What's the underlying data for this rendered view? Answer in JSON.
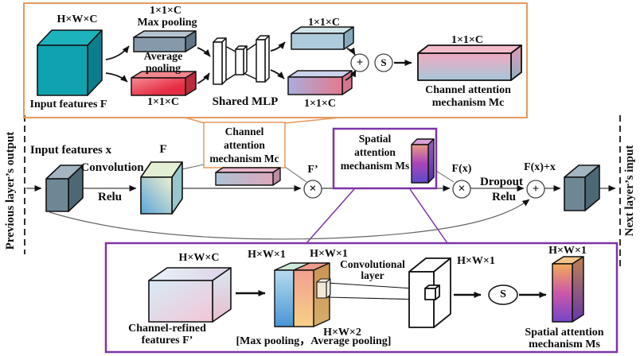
{
  "colors": {
    "accent_orange": "#e8985c",
    "accent_purple": "#7c35a8",
    "teal_cube": "#10a2ae",
    "red_bar": "#e62c42",
    "slate_cube": "#6d8795",
    "line_gray": "#666666"
  },
  "top_box": {
    "input_dims": "H×W×C",
    "input_label": "Input features F",
    "max_dims": "1×1×C",
    "max_label": "Max pooling",
    "avg_label_1": "Average",
    "avg_label_2": "pooling",
    "avg_dims": "1×1×C",
    "mlp_label": "Shared MLP",
    "out_top_dims": "1×1×C",
    "out_bot_dims": "1×1×C",
    "plus_op": "+",
    "sigmoid_op": "S",
    "mc_dims": "1×1×C",
    "mc_label_1": "Channel attention",
    "mc_label_2": "mechanism Mc"
  },
  "middle": {
    "prev_layer": "Previous layer’s output",
    "next_layer": "Next layer’s input",
    "input_x": "Input features x",
    "convolution": "Convolution",
    "relu1": "Relu",
    "f": "F",
    "mc_box_1": "Channel",
    "mc_box_2": "attention",
    "mc_box_3": "mechanism Mc",
    "f_prime": "F’",
    "times_op": "×",
    "ms_box_1": "Spatial",
    "ms_box_2": "attention",
    "ms_box_3": "mechanism Ms",
    "fx": "F(x)",
    "dropout": "Dropout",
    "relu2": "Relu",
    "plus_op": "+",
    "fxx": "F(x)+x"
  },
  "bottom_box": {
    "fprime_dims": "H×W×C",
    "fprime_label_1": "Channel-refined",
    "fprime_label_2": "features F’",
    "hw1_a": "H×W×1",
    "hw1_b": "H×W×1",
    "conv_label_1": "Convolutional",
    "conv_label_2": "layer",
    "hw2": "H×W×2",
    "pooling_bracket": "[Max pooling，Average pooling]",
    "hw1_c": "H×W×1",
    "sigmoid_op": "S",
    "hw1_d": "H×W×1",
    "ms_label_1": "Spatial attention",
    "ms_label_2": "mechanism Ms"
  }
}
